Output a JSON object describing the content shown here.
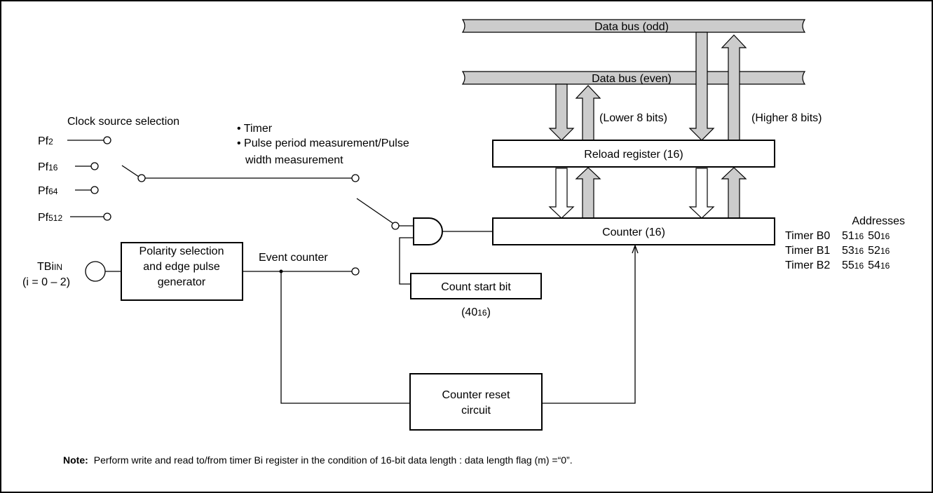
{
  "buses": {
    "odd_label": "Data bus (odd)",
    "even_label": "Data bus (even)",
    "lower_label": "(Lower 8 bits)",
    "higher_label": "(Higher 8 bits)"
  },
  "clock": {
    "title": "Clock source selection",
    "sources": [
      {
        "base": "Pf",
        "sub": "2"
      },
      {
        "base": "Pf",
        "sub": "16"
      },
      {
        "base": "Pf",
        "sub": "64"
      },
      {
        "base": "Pf",
        "sub": "512"
      }
    ]
  },
  "modes": {
    "timer": "• Timer",
    "pulse_line1": "• Pulse period measurement/Pulse",
    "pulse_line2": "width measurement",
    "event": "Event counter"
  },
  "blocks": {
    "reload": "Reload register (16)",
    "counter": "Counter (16)",
    "polarity_line1": "Polarity selection",
    "polarity_line2": "and edge pulse",
    "polarity_line3": "generator",
    "count_start": "Count start bit",
    "reset_line1": "Counter reset",
    "reset_line2": "circuit"
  },
  "count_start_addr": {
    "base": "(40",
    "sub": "16",
    "suffix": ")"
  },
  "input": {
    "name_base": "TBi",
    "name_sub": "IN",
    "range": "(i = 0 – 2)"
  },
  "addresses": {
    "title": "Addresses",
    "rows": [
      {
        "timer": "Timer B0",
        "hi": "51",
        "lo": "50",
        "sub": "16"
      },
      {
        "timer": "Timer B1",
        "hi": "53",
        "lo": "52",
        "sub": "16"
      },
      {
        "timer": "Timer B2",
        "hi": "55",
        "lo": "54",
        "sub": "16"
      }
    ]
  },
  "note": {
    "label": "Note:",
    "text": "Perform write and read to/from timer Bi register in the condition of 16-bit data length : data length flag (m) =“0”."
  },
  "colors": {
    "bus_fill": "#cccccc",
    "line": "#000000",
    "background": "#ffffff"
  }
}
